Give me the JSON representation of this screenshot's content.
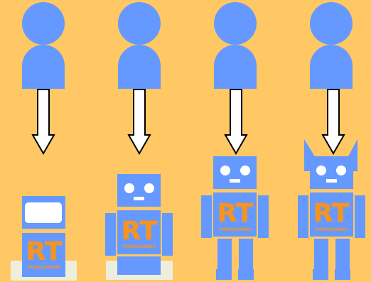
{
  "colors": {
    "background": "#FFC864",
    "figure": "#6699FF",
    "accent": "#F7941D",
    "arrow_fill": "#FFFFFF",
    "arrow_stroke": "#000000",
    "base": "#EEEEDD",
    "eye": "#FFFFFF"
  },
  "logo": {
    "mark": "RT",
    "wordmark": "MIDDLEWARE"
  },
  "stages": [
    {
      "person_icon": "person-icon",
      "arrow_icon": "arrow-down-icon",
      "robot": "robot-stage-1"
    },
    {
      "person_icon": "person-icon",
      "arrow_icon": "arrow-down-icon",
      "robot": "robot-stage-2"
    },
    {
      "person_icon": "person-icon",
      "arrow_icon": "arrow-down-icon",
      "robot": "robot-stage-3"
    },
    {
      "person_icon": "person-icon",
      "arrow_icon": "arrow-down-icon",
      "robot": "robot-stage-4"
    }
  ]
}
